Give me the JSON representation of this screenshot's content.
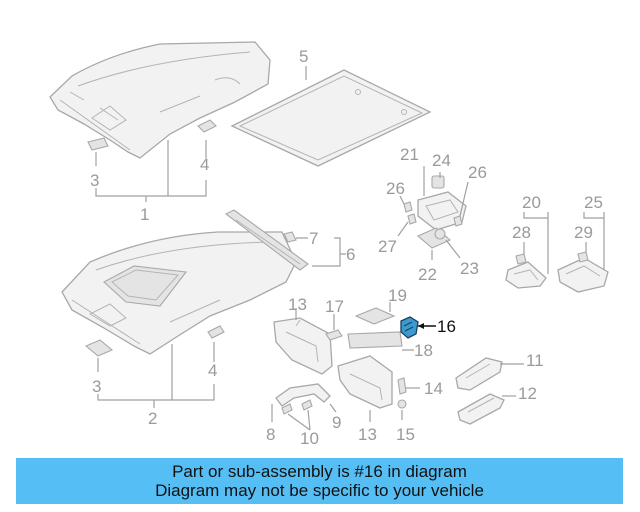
{
  "callouts": {
    "c1": "1",
    "c2": "2",
    "c3a": "3",
    "c3b": "3",
    "c4a": "4",
    "c4b": "4",
    "c5": "5",
    "c6": "6",
    "c7": "7",
    "c8": "8",
    "c9": "9",
    "c10": "10",
    "c11": "11",
    "c12": "12",
    "c13a": "13",
    "c13b": "13",
    "c14": "14",
    "c15": "15",
    "c16": "16",
    "c17": "17",
    "c18": "18",
    "c19": "19",
    "c20": "20",
    "c21": "21",
    "c22": "22",
    "c23": "23",
    "c24": "24",
    "c25": "25",
    "c26a": "26",
    "c26b": "26",
    "c27": "27",
    "c28": "28",
    "c29": "29"
  },
  "banner": {
    "line1": "Part or sub-assembly is #16 in diagram",
    "line2": "Diagram may not be specific to your vehicle",
    "color": "#55bff5"
  },
  "highlight_color": "#3a9bd0"
}
